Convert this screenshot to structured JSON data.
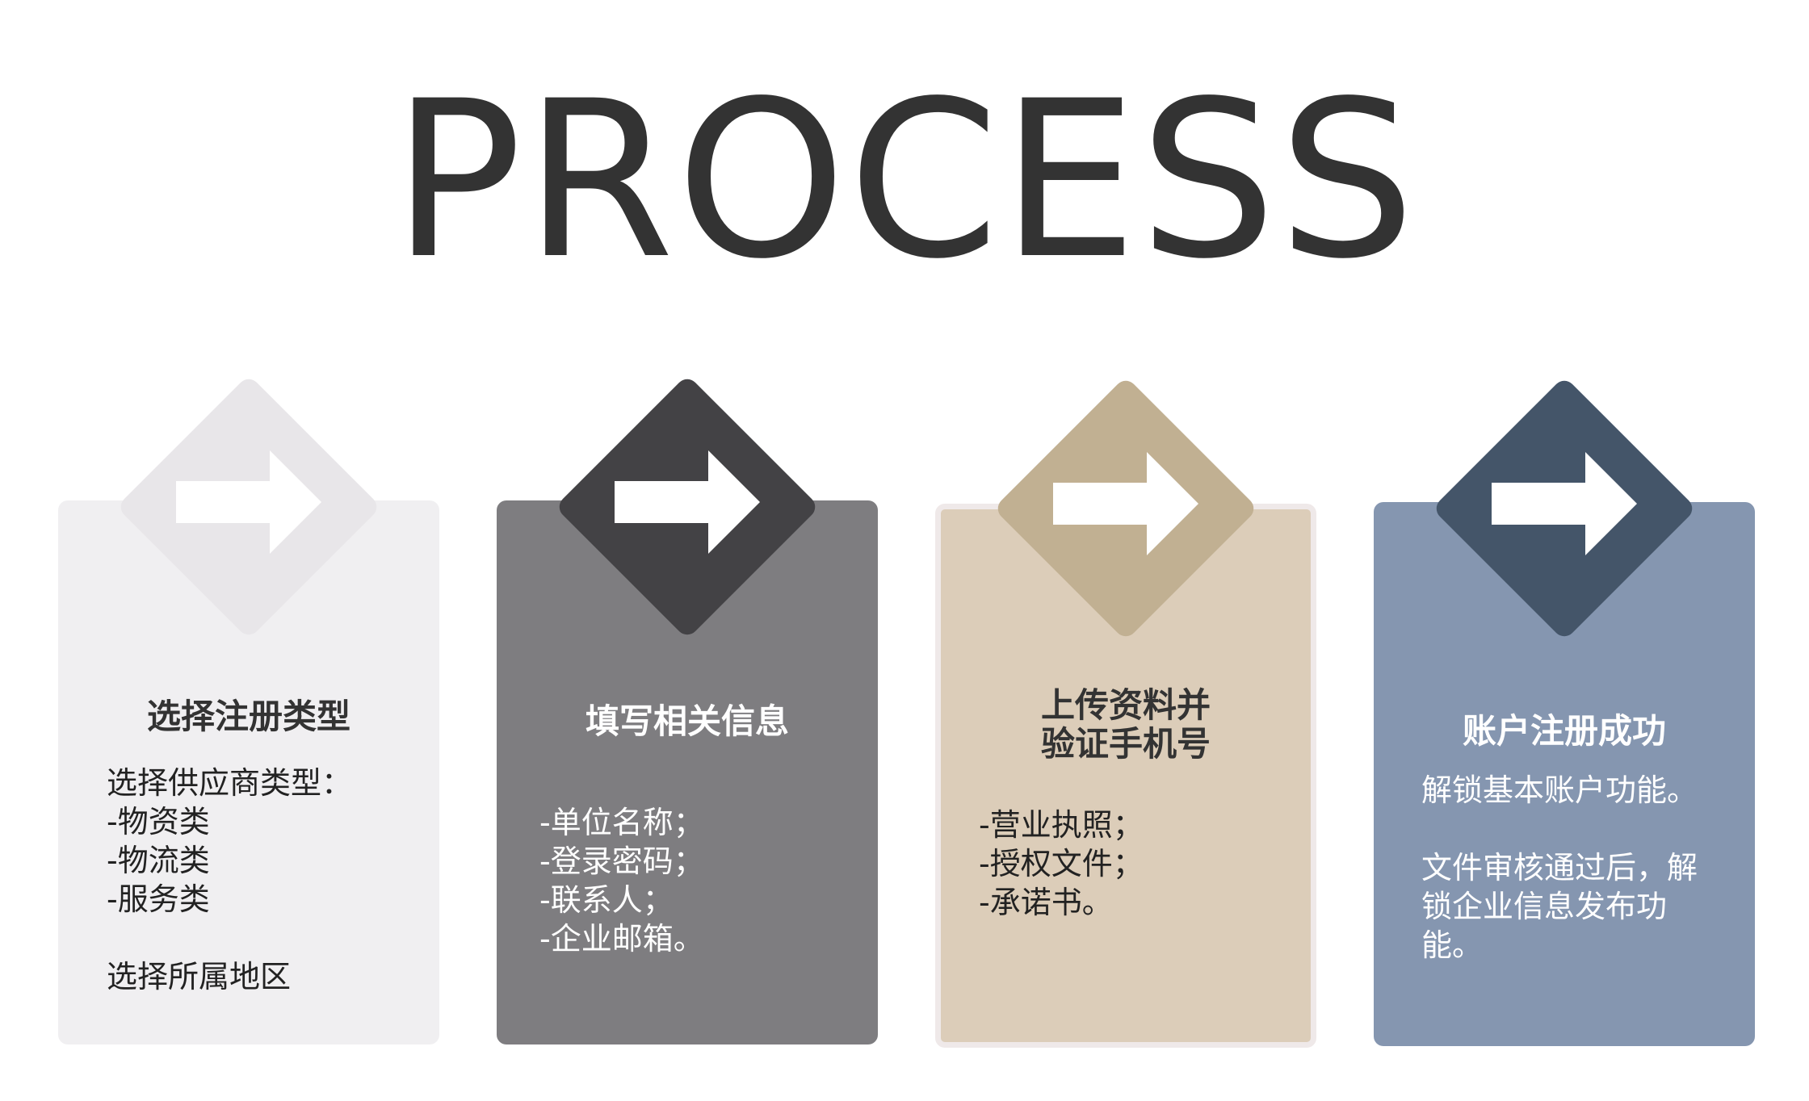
{
  "title": "PROCESS",
  "steps": [
    {
      "heading": "选择注册类型",
      "lines": [
        "选择供应商类型：",
        "-物资类",
        "-物流类",
        "-服务类"
      ],
      "extra": "选择所属地区",
      "colors": {
        "card": "#f0eff1",
        "icon": "#e8e6e9"
      }
    },
    {
      "heading": "填写相关信息",
      "lines": [
        "-单位名称；",
        "-登录密码；",
        "-联系人；",
        "-企业邮箱。"
      ],
      "colors": {
        "card": "#7e7d80",
        "icon": "#434245"
      }
    },
    {
      "heading_lines": [
        "上传资料并",
        "验证手机号"
      ],
      "lines": [
        "-营业执照；",
        "-授权文件；",
        "-承诺书。"
      ],
      "colors": {
        "card": "#dccdb9",
        "icon": "#c1b092"
      }
    },
    {
      "heading": "账户注册成功",
      "lines": [
        "解锁基本账户功能。"
      ],
      "extra_lines": [
        "文件审核通过后，解",
        "锁企业信息发布功",
        "能。"
      ],
      "colors": {
        "card": "#8596b0",
        "icon": "#445569"
      }
    }
  ],
  "icon": "right-arrow-icon"
}
